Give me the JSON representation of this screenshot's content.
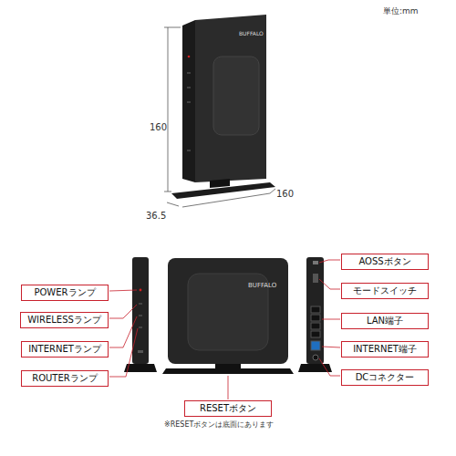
{
  "diagram": {
    "nodes": [
      {
        "text": [
          "POWERランプ"
        ]
      },
      {
        "text": [
          "WIRELESSランプ"
        ]
      },
      {
        "text": [
          "INTERNETランプ"
        ]
      },
      {
        "text": [
          "ROUTERランプ"
        ]
      },
      {
        "text": [
          "AOSSボタン"
        ]
      },
      {
        "text": [
          "モードスイッチ"
        ]
      },
      {
        "text": [
          "LAN端子"
        ]
      },
      {
        "text": [
          "INTERNET端子"
        ]
      },
      {
        "text": [
          "DCコネクター"
        ]
      },
      {
        "text": [
          "RESETボタン"
        ]
      }
    ],
    "labels": [
      "単位:mm",
      "160",
      "160",
      "36.5",
      "BUFFALO",
      "BUFFALO",
      "※RESETボタンは底面にあります"
    ]
  }
}
